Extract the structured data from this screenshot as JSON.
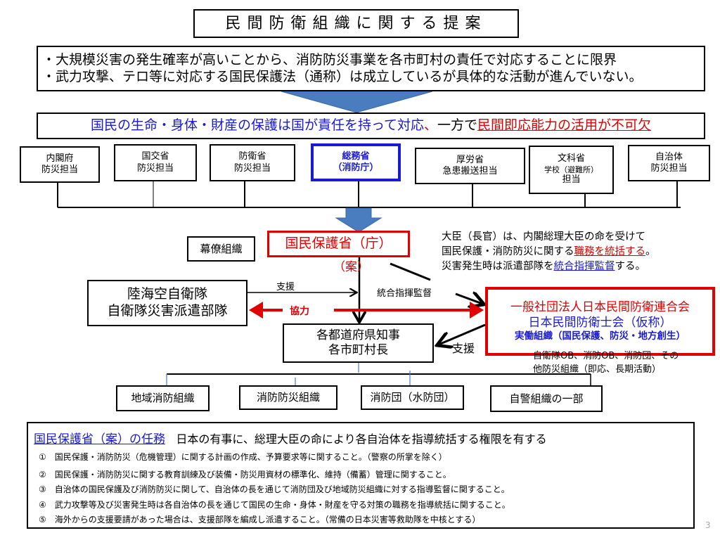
{
  "title": "民間防衛組織に関する提案",
  "intro": [
    "・大規模災害の発生確率が高いことから、消防防災事業を各市町村の責任で対応することに限界",
    "・武力攻撃、テロ等に対応する国民保護法（通称）は成立しているが具体的な活動が進んでいない。"
  ],
  "banner": {
    "part1": "国民の生命・身体・財産の保護は国が責任を持って対応",
    "comma": "、",
    "part2": "一方で",
    "part3": "民間即応能力の活用が不可欠"
  },
  "ministries": [
    {
      "line1": "内閣府",
      "line2": "防災担当"
    },
    {
      "line1": "国交省",
      "line2": "防災担当"
    },
    {
      "line1": "防衛省",
      "line2": "防災担当"
    },
    {
      "line1": "総務省",
      "line2": "（消防庁）"
    },
    {
      "line1": "厚労省",
      "line2": "急患搬送担当"
    },
    {
      "line1": "文科省",
      "line2": "学校（避難所）",
      "line3": "担当"
    },
    {
      "line1": "自治体",
      "line2": "防災担当"
    }
  ],
  "center": {
    "staff": "幕僚組織",
    "ministry": "国民保護省（庁）",
    "proposal": "（案）",
    "desc": {
      "line1": "大臣（長官）は、内閣総理大臣の命を受けて",
      "line2a": "国民保護・消防防災に関する",
      "line2b": "職務を統括する",
      "line2c": "。",
      "line3a": "災害発生時は派遣部隊を",
      "line3b": "統合指揮監督",
      "line3c": "する。"
    }
  },
  "sdf": {
    "line1": "陸海空自衛隊",
    "line2": "自衛隊災害派遣部隊"
  },
  "labels": {
    "support1": "支援",
    "command": "統合指揮監督",
    "cooperation": "協力",
    "support2": "支援"
  },
  "civil": {
    "line1": "一般社団法人日本民間防衛連合会",
    "line2": "日本民間防衛士会（仮称）",
    "line3": "実働組織（国民保護、防災・地方創生）",
    "note1": "自衛隊OB、消防OB、消防団、その",
    "note2": "他防災組織（即応、長期活動）"
  },
  "governors": {
    "line1": "各都道府県知事",
    "line2": "各市町村長"
  },
  "local_orgs": [
    "地域消防組織",
    "消防防災組織",
    "消防団（水防団）",
    "自警組織の一部"
  ],
  "duties": {
    "heading": "国民保護省（案）の任務",
    "subheading": "日本の有事に、総理大臣の命により各自治体を指導統括する権限を有する",
    "items": [
      "①　国民保護・消防防災（危機管理）に関する計画の作成、予算要求等に関すること。（警察の所掌を除く）",
      "②　国民保護・消防防災に関する教育訓練及び装備・防災用資材の標準化、維持（備蓄）管理に関すること。",
      "③　自治体の国民保護及び消防防災に関して、自治体の長を通じて消防団及び地域防災組織に対する指導監督に関すること。",
      "④　武力攻撃等及び災害発生時は各自治体の長を通じて国民の生命・身体・財産を守る対策の職務を指導統括に関すること。",
      "⑤　海外からの支援要請があった場合は、支援部隊を編成し派遣すること。（常備の日本災害等救助隊を中核とする）"
    ]
  },
  "page_number": "3",
  "colors": {
    "red": "#e00000",
    "blue": "#1a1ad0",
    "arrow": "#4a7cc0"
  }
}
